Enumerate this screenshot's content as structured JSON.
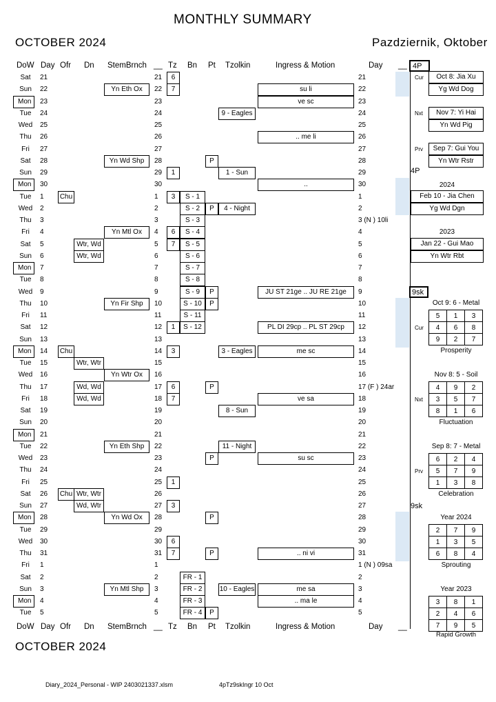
{
  "title": "MONTHLY   SUMMARY",
  "month_left": "OCTOBER   2024",
  "month_right": "Pazdziernik, Oktober",
  "month_bottom": "OCTOBER   2024",
  "headers": {
    "dow": "DoW",
    "day": "Day",
    "ofr": "Ofr",
    "dn": "Dn",
    "stem": "StemBrnch",
    "blank": "__",
    "tz": "Tz",
    "bn": "Bn",
    "pt": "Pt",
    "tzolkin": "Tzolkin",
    "ingress": "Ingress & Motion",
    "day2": "Day",
    "blank2": "__"
  },
  "rows": [
    {
      "dow": "Sat",
      "day": "21",
      "ofr": "",
      "dn": "",
      "stem": "",
      "d3": "21",
      "tz": "6",
      "bn": "",
      "pt": "",
      "tzolkin": "",
      "ingress": "",
      "day2": "21"
    },
    {
      "dow": "Sun",
      "day": "22",
      "ofr": "",
      "dn": "",
      "stem": "Yn Eth Ox",
      "d3": "22",
      "tz": "7",
      "bn": "",
      "pt": "",
      "tzolkin": "",
      "ingress": "su li",
      "day2": "22"
    },
    {
      "dow": "Mon",
      "day": "23",
      "ofr": "",
      "dn": "",
      "stem": "",
      "d3": "23",
      "tz": "",
      "bn": "",
      "pt": "",
      "tzolkin": "",
      "ingress": "ve sc",
      "day2": "23",
      "mon": true
    },
    {
      "dow": "Tue",
      "day": "24",
      "ofr": "",
      "dn": "",
      "stem": "",
      "d3": "24",
      "tz": "",
      "bn": "",
      "pt": "",
      "tzolkin": "9 - Eagles",
      "ingress": "",
      "day2": "24"
    },
    {
      "dow": "Wed",
      "day": "25",
      "ofr": "",
      "dn": "",
      "stem": "",
      "d3": "25",
      "tz": "",
      "bn": "",
      "pt": "",
      "tzolkin": "",
      "ingress": "",
      "day2": "25"
    },
    {
      "dow": "Thu",
      "day": "26",
      "ofr": "",
      "dn": "",
      "stem": "",
      "d3": "26",
      "tz": "",
      "bn": "",
      "pt": "",
      "tzolkin": "",
      "ingress": ".. me li",
      "day2": "26"
    },
    {
      "dow": "Fri",
      "day": "27",
      "ofr": "",
      "dn": "",
      "stem": "",
      "d3": "27",
      "tz": "",
      "bn": "",
      "pt": "",
      "tzolkin": "",
      "ingress": "",
      "day2": "27"
    },
    {
      "dow": "Sat",
      "day": "28",
      "ofr": "",
      "dn": "",
      "stem": "Yn Wd Shp",
      "d3": "28",
      "tz": "",
      "bn": "",
      "pt": "P",
      "tzolkin": "",
      "ingress": "",
      "day2": "28"
    },
    {
      "dow": "Sun",
      "day": "29",
      "ofr": "",
      "dn": "",
      "stem": "",
      "d3": "29",
      "tz": "1",
      "bn": "",
      "pt": "",
      "tzolkin": "1 - Sun",
      "ingress": "",
      "day2": "29"
    },
    {
      "dow": "Mon",
      "day": "30",
      "ofr": "",
      "dn": "",
      "stem": "",
      "d3": "30",
      "tz": "",
      "bn": "",
      "pt": "",
      "tzolkin": "",
      "ingress": "..",
      "day2": "30",
      "mon": true
    },
    {
      "dow": "Tue",
      "day": "1",
      "ofr": "Chu",
      "dn": "",
      "stem": "",
      "d3": "1",
      "tz": "3",
      "bn": "S - 1",
      "pt": "",
      "tzolkin": "",
      "ingress": "",
      "day2": "1"
    },
    {
      "dow": "Wed",
      "day": "2",
      "ofr": "",
      "dn": "",
      "stem": "",
      "d3": "2",
      "tz": "",
      "bn": "S - 2",
      "pt": "P",
      "tzolkin": "4 - Night",
      "ingress": "",
      "day2": "2"
    },
    {
      "dow": "Thu",
      "day": "3",
      "ofr": "",
      "dn": "",
      "stem": "",
      "d3": "3",
      "tz": "",
      "bn": "S - 3",
      "pt": "",
      "tzolkin": "",
      "ingress": "",
      "day2": "3 (N ) 10li"
    },
    {
      "dow": "Fri",
      "day": "4",
      "ofr": "",
      "dn": "",
      "stem": "Yn Mtl Ox",
      "d3": "4",
      "tz": "6",
      "bn": "S - 4",
      "pt": "",
      "tzolkin": "",
      "ingress": "",
      "day2": "4"
    },
    {
      "dow": "Sat",
      "day": "5",
      "ofr": "",
      "dn": "Wtr, Wd",
      "stem": "",
      "d3": "5",
      "tz": "7",
      "bn": "S - 5",
      "pt": "",
      "tzolkin": "",
      "ingress": "",
      "day2": "5"
    },
    {
      "dow": "Sun",
      "day": "6",
      "ofr": "",
      "dn": "Wtr, Wd",
      "stem": "",
      "d3": "6",
      "tz": "",
      "bn": "S - 6",
      "pt": "",
      "tzolkin": "",
      "ingress": "",
      "day2": "6"
    },
    {
      "dow": "Mon",
      "day": "7",
      "ofr": "",
      "dn": "",
      "stem": "",
      "d3": "7",
      "tz": "",
      "bn": "S - 7",
      "pt": "",
      "tzolkin": "",
      "ingress": "",
      "day2": "7",
      "mon": true
    },
    {
      "dow": "Tue",
      "day": "8",
      "ofr": "",
      "dn": "",
      "stem": "",
      "d3": "8",
      "tz": "",
      "bn": "S - 8",
      "pt": "",
      "tzolkin": "",
      "ingress": "",
      "day2": "8"
    },
    {
      "dow": "Wed",
      "day": "9",
      "ofr": "",
      "dn": "",
      "stem": "",
      "d3": "9",
      "tz": "",
      "bn": "S - 9",
      "pt": "P",
      "tzolkin": "",
      "ingress": "JU ST 21ge .. JU RE 21ge",
      "day2": "9"
    },
    {
      "dow": "Thu",
      "day": "10",
      "ofr": "",
      "dn": "",
      "stem": "Yn Fir Shp",
      "d3": "10",
      "tz": "",
      "bn": "S - 10",
      "pt": "P",
      "tzolkin": "",
      "ingress": "",
      "day2": "10"
    },
    {
      "dow": "Fri",
      "day": "11",
      "ofr": "",
      "dn": "",
      "stem": "",
      "d3": "11",
      "tz": "",
      "bn": "S - 11",
      "pt": "",
      "tzolkin": "",
      "ingress": "",
      "day2": "11"
    },
    {
      "dow": "Sat",
      "day": "12",
      "ofr": "",
      "dn": "",
      "stem": "",
      "d3": "12",
      "tz": "1",
      "bn": "S - 12",
      "pt": "",
      "tzolkin": "",
      "ingress": "PL DI 29cp .. PL ST 29cp",
      "day2": "12"
    },
    {
      "dow": "Sun",
      "day": "13",
      "ofr": "",
      "dn": "",
      "stem": "",
      "d3": "13",
      "tz": "",
      "bn": "",
      "pt": "",
      "tzolkin": "",
      "ingress": "",
      "day2": "13"
    },
    {
      "dow": "Mon",
      "day": "14",
      "ofr": "Chu",
      "dn": "",
      "stem": "",
      "d3": "14",
      "tz": "3",
      "bn": "",
      "pt": "",
      "tzolkin": "3 - Eagles",
      "ingress": "me sc",
      "day2": "14",
      "mon": true
    },
    {
      "dow": "Tue",
      "day": "15",
      "ofr": "",
      "dn": "Wtr, Wtr",
      "stem": "",
      "d3": "15",
      "tz": "",
      "bn": "",
      "pt": "",
      "tzolkin": "",
      "ingress": "",
      "day2": "15"
    },
    {
      "dow": "Wed",
      "day": "16",
      "ofr": "",
      "dn": "",
      "stem": "Yn Wtr Ox",
      "d3": "16",
      "tz": "",
      "bn": "",
      "pt": "",
      "tzolkin": "",
      "ingress": "",
      "day2": "16"
    },
    {
      "dow": "Thu",
      "day": "17",
      "ofr": "",
      "dn": "Wd, Wd",
      "stem": "",
      "d3": "17",
      "tz": "6",
      "bn": "",
      "pt": "P",
      "tzolkin": "",
      "ingress": "",
      "day2": "17 (F ) 24ar"
    },
    {
      "dow": "Fri",
      "day": "18",
      "ofr": "",
      "dn": "Wd, Wd",
      "stem": "",
      "d3": "18",
      "tz": "7",
      "bn": "",
      "pt": "",
      "tzolkin": "",
      "ingress": "ve sa",
      "day2": "18"
    },
    {
      "dow": "Sat",
      "day": "19",
      "ofr": "",
      "dn": "",
      "stem": "",
      "d3": "19",
      "tz": "",
      "bn": "",
      "pt": "",
      "tzolkin": "8 - Sun",
      "ingress": "",
      "day2": "19"
    },
    {
      "dow": "Sun",
      "day": "20",
      "ofr": "",
      "dn": "",
      "stem": "",
      "d3": "20",
      "tz": "",
      "bn": "",
      "pt": "",
      "tzolkin": "",
      "ingress": "",
      "day2": "20"
    },
    {
      "dow": "Mon",
      "day": "21",
      "ofr": "",
      "dn": "",
      "stem": "",
      "d3": "21",
      "tz": "",
      "bn": "",
      "pt": "",
      "tzolkin": "",
      "ingress": "",
      "day2": "21",
      "mon": true
    },
    {
      "dow": "Tue",
      "day": "22",
      "ofr": "",
      "dn": "",
      "stem": "Yn Eth Shp",
      "d3": "22",
      "tz": "",
      "bn": "",
      "pt": "",
      "tzolkin": "11 - Night",
      "ingress": "",
      "day2": "22"
    },
    {
      "dow": "Wed",
      "day": "23",
      "ofr": "",
      "dn": "",
      "stem": "",
      "d3": "23",
      "tz": "",
      "bn": "",
      "pt": "P",
      "tzolkin": "",
      "ingress": "su sc",
      "day2": "23"
    },
    {
      "dow": "Thu",
      "day": "24",
      "ofr": "",
      "dn": "",
      "stem": "",
      "d3": "24",
      "tz": "",
      "bn": "",
      "pt": "",
      "tzolkin": "",
      "ingress": "",
      "day2": "24"
    },
    {
      "dow": "Fri",
      "day": "25",
      "ofr": "",
      "dn": "",
      "stem": "",
      "d3": "25",
      "tz": "1",
      "bn": "",
      "pt": "",
      "tzolkin": "",
      "ingress": "",
      "day2": "25"
    },
    {
      "dow": "Sat",
      "day": "26",
      "ofr": "Chu",
      "dn": "Wtr, Wtr",
      "stem": "",
      "d3": "26",
      "tz": "",
      "bn": "",
      "pt": "",
      "tzolkin": "",
      "ingress": "",
      "day2": "26"
    },
    {
      "dow": "Sun",
      "day": "27",
      "ofr": "",
      "dn": "Wd, Wtr",
      "stem": "",
      "d3": "27",
      "tz": "3",
      "bn": "",
      "pt": "",
      "tzolkin": "",
      "ingress": "",
      "day2": "27"
    },
    {
      "dow": "Mon",
      "day": "28",
      "ofr": "",
      "dn": "",
      "stem": "Yn Wd Ox",
      "d3": "28",
      "tz": "",
      "bn": "",
      "pt": "P",
      "tzolkin": "",
      "ingress": "",
      "day2": "28",
      "mon": true
    },
    {
      "dow": "Tue",
      "day": "29",
      "ofr": "",
      "dn": "",
      "stem": "",
      "d3": "29",
      "tz": "",
      "bn": "",
      "pt": "",
      "tzolkin": "",
      "ingress": "",
      "day2": "29"
    },
    {
      "dow": "Wed",
      "day": "30",
      "ofr": "",
      "dn": "",
      "stem": "",
      "d3": "30",
      "tz": "6",
      "bn": "",
      "pt": "",
      "tzolkin": "",
      "ingress": "",
      "day2": "30"
    },
    {
      "dow": "Thu",
      "day": "31",
      "ofr": "",
      "dn": "",
      "stem": "",
      "d3": "31",
      "tz": "7",
      "bn": "",
      "pt": "P",
      "tzolkin": "",
      "ingress": ".. ni vi",
      "day2": "31"
    },
    {
      "dow": "Fri",
      "day": "1",
      "ofr": "",
      "dn": "",
      "stem": "",
      "d3": "1",
      "tz": "",
      "bn": "",
      "pt": "",
      "tzolkin": "",
      "ingress": "",
      "day2": "1 (N ) 09sa"
    },
    {
      "dow": "Sat",
      "day": "2",
      "ofr": "",
      "dn": "",
      "stem": "",
      "d3": "2",
      "tz": "",
      "bn": "FR - 1",
      "pt": "",
      "tzolkin": "",
      "ingress": "",
      "day2": "2"
    },
    {
      "dow": "Sun",
      "day": "3",
      "ofr": "",
      "dn": "",
      "stem": "Yn Mtl Shp",
      "d3": "3",
      "tz": "",
      "bn": "FR - 2",
      "pt": "",
      "tzolkin": "10 - Eagles",
      "ingress": "me sa",
      "day2": "3"
    },
    {
      "dow": "Mon",
      "day": "4",
      "ofr": "",
      "dn": "",
      "stem": "",
      "d3": "4",
      "tz": "",
      "bn": "FR - 3",
      "pt": "",
      "tzolkin": "",
      "ingress": ".. ma le",
      "day2": "4",
      "mon": true
    },
    {
      "dow": "Tue",
      "day": "5",
      "ofr": "",
      "dn": "",
      "stem": "",
      "d3": "5",
      "tz": "",
      "bn": "FR - 4",
      "pt": "P",
      "tzolkin": "",
      "ingress": "",
      "day2": "5"
    }
  ],
  "right_panel": {
    "tag_4p_top": "4P",
    "cur_label": "Cur",
    "cur_line1": "Oct 8: Jia Xu",
    "cur_line2": "Yg Wd Dog",
    "nxt_label": "Nxt",
    "nxt_line1": "Nov 7: Yi Hai",
    "nxt_line2": "Yn Wd Pig",
    "prv_label": "Prv",
    "prv_line1": "Sep 7: Gui You",
    "prv_line2": "Yn Wtr Rstr",
    "tag_4p_mid": "4P",
    "y2024": "2024",
    "y2024_line1": "Feb 10 - Jia Chen",
    "y2024_line2": "Yg Wd Dgn",
    "y2023": "2023",
    "y2023_line1": "Jan 22 - Gui Mao",
    "y2023_line2": "Yn Wtr Rbt",
    "tag_9sk_top": "9sk",
    "tag_9sk_mid": "9sk",
    "cur_grid_title": "Oct 9:  6 - Metal",
    "cur_grid": [
      [
        "5",
        "1",
        "3"
      ],
      [
        "4",
        "6",
        "8"
      ],
      [
        "9",
        "2",
        "7"
      ]
    ],
    "cur_grid_caption": "Prosperity",
    "nxt_grid_title": "Nov 8:  5 - Soil",
    "nxt_grid": [
      [
        "4",
        "9",
        "2"
      ],
      [
        "3",
        "5",
        "7"
      ],
      [
        "8",
        "1",
        "6"
      ]
    ],
    "nxt_grid_caption": "Fluctuation",
    "prv_grid_title": "Sep 8:  7 - Metal",
    "prv_grid": [
      [
        "6",
        "2",
        "4"
      ],
      [
        "5",
        "7",
        "9"
      ],
      [
        "1",
        "3",
        "8"
      ]
    ],
    "prv_grid_caption": "Celebration",
    "yr24_title": "Year   2024",
    "yr24_grid": [
      [
        "2",
        "7",
        "9"
      ],
      [
        "1",
        "3",
        "5"
      ],
      [
        "6",
        "8",
        "4"
      ]
    ],
    "yr24_caption": "Sprouting",
    "yr23_title": "Year   2023",
    "yr23_grid": [
      [
        "3",
        "8",
        "1"
      ],
      [
        "2",
        "4",
        "6"
      ],
      [
        "7",
        "9",
        "5"
      ]
    ],
    "yr23_caption": "Rapid Growth"
  },
  "footer": {
    "file": "Diary_2024_Personal - WIP 2403021337.xlsm",
    "code": "4pTz9skIngr 10 Oct"
  }
}
